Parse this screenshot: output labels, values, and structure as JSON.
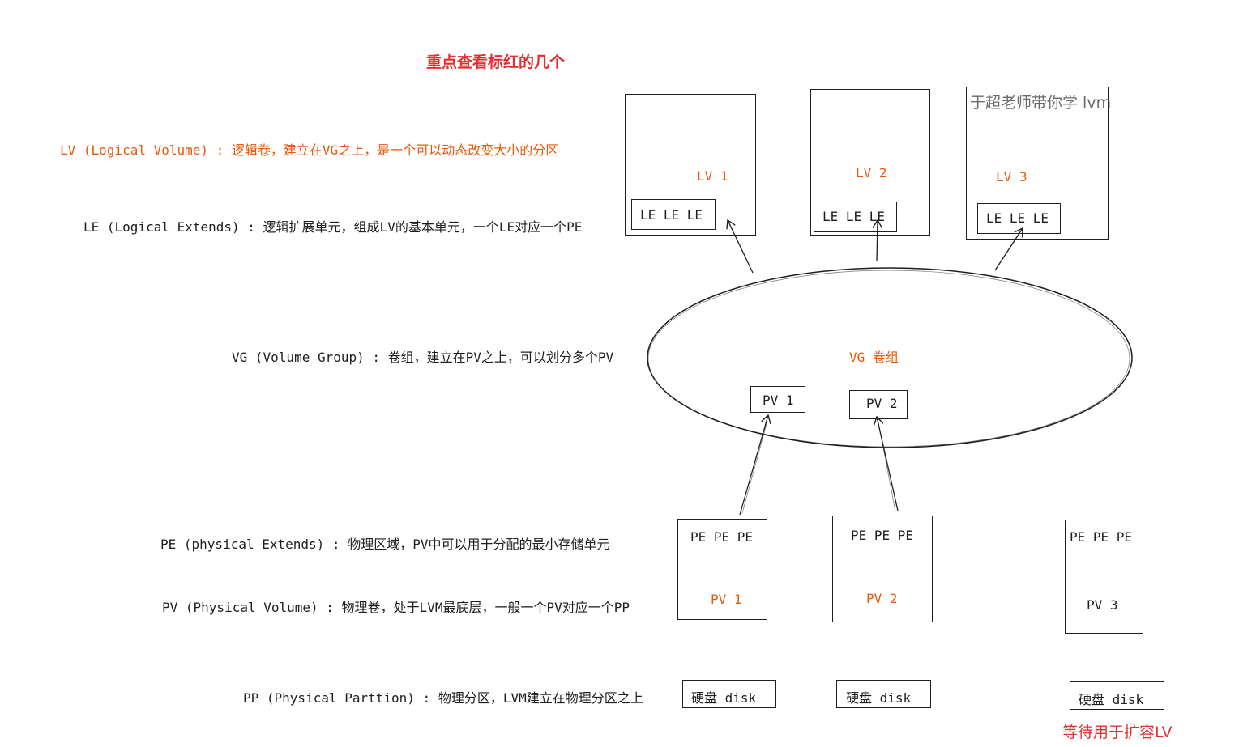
{
  "title": "重点查看标红的几个",
  "watermark": "于超老师带你学 lvm",
  "definitions": {
    "lv": "LV (Logical Volume) : 逻辑卷，建立在VG之上，是一个可以动态改变大小的分区",
    "le": "LE (Logical Extends) : 逻辑扩展单元，组成LV的基本单元，一个LE对应一个PE",
    "vg": "VG (Volume Group) : 卷组，建立在PV之上，可以划分多个PV",
    "pe": "PE (physical Extends) : 物理区域，PV中可以用于分配的最小存储单元",
    "pv": "PV (Physical Volume) : 物理卷，处于LVM最底层，一般一个PV对应一个PP",
    "pp": "PP (Physical Parttion) : 物理分区，LVM建立在物理分区之上"
  },
  "logical_volumes": [
    {
      "label": "LV 1",
      "extents": "LE LE LE"
    },
    {
      "label": "LV 2",
      "extents": "LE LE LE"
    },
    {
      "label": "LV 3",
      "extents": "LE LE LE"
    }
  ],
  "volume_group": {
    "label": "VG 卷组",
    "members": [
      "PV 1",
      "PV 2"
    ]
  },
  "physical_volumes": [
    {
      "label": "PV 1",
      "extents": "PE PE PE",
      "disk": "硬盘 disk"
    },
    {
      "label": "PV 2",
      "extents": "PE PE PE",
      "disk": "硬盘 disk"
    },
    {
      "label": "PV 3",
      "extents": "PE PE PE",
      "disk": "硬盘 disk"
    }
  ],
  "pending_note": "等待用于扩容LV",
  "colors": {
    "highlight_red": "#e03131",
    "highlight_orange": "#e8590c",
    "stroke": "#1e1e1e"
  }
}
